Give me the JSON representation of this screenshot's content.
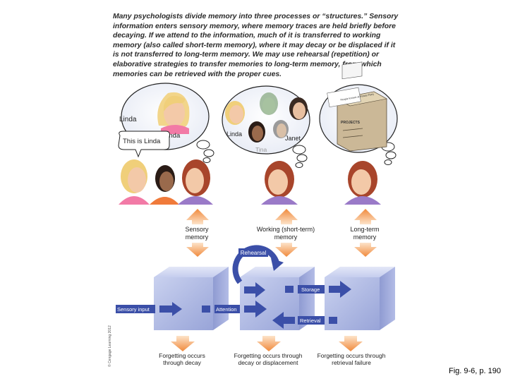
{
  "intro": "Many psychologists divide memory into three processes or “structures.” Sensory information enters sensory memory, where memory traces are held briefly before decaying. If we attend to the information, much of it is transferred to working memory (also called short-term memory), where it may decay or be displaced if it is not transferred to long-term memory. We may use rehearsal (repetition) or elaborative strategies to transfer memories to long-term memory, from which memories can be retrieved with the proper cues.",
  "scene": {
    "linda_caption": "Linda",
    "bubble1_name": "Linda",
    "speech_text": "This is Linda",
    "bubble2_names": [
      "Linda",
      "Janet",
      "Tina"
    ],
    "file_label": "People Known at Rotary Party",
    "file_tab": "PROJECTS"
  },
  "stages": {
    "sensory": [
      "Sensory",
      "memory"
    ],
    "working": [
      "Working (short-term)",
      "memory"
    ],
    "longterm": [
      "Long-term",
      "memory"
    ]
  },
  "flow": {
    "rehearsal": "Rehearsal",
    "sensory_input": "Sensory input",
    "attention": "Attention",
    "storage": "Storage",
    "retrieval": "Retrieval"
  },
  "forgetting": {
    "sensory": [
      "Forgetting occurs",
      "through decay"
    ],
    "working": [
      "Forgetting occurs through",
      "decay or displacement"
    ],
    "longterm": [
      "Forgetting occurs through",
      "retrieval failure"
    ]
  },
  "copyright": "© Cengage Learning 2012",
  "figure_label": "Fig. 9-6, p. 190"
}
